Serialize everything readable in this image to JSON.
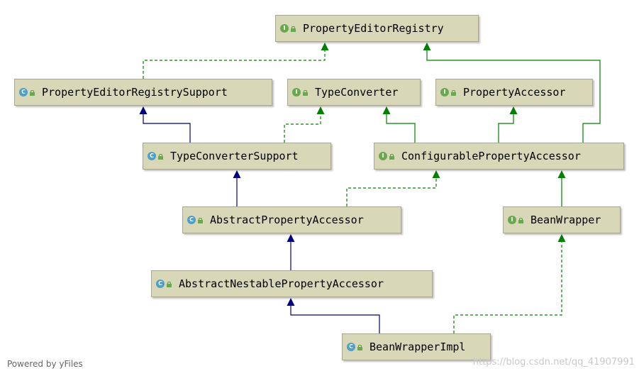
{
  "diagram": {
    "nodes": [
      {
        "id": "PropertyEditorRegistry",
        "label": "PropertyEditorRegistry",
        "kind": "interface",
        "badge": "I"
      },
      {
        "id": "PropertyEditorRegistrySupport",
        "label": "PropertyEditorRegistrySupport",
        "kind": "class",
        "badge": "C"
      },
      {
        "id": "TypeConverter",
        "label": "TypeConverter",
        "kind": "interface",
        "badge": "I"
      },
      {
        "id": "PropertyAccessor",
        "label": "PropertyAccessor",
        "kind": "interface",
        "badge": "I"
      },
      {
        "id": "TypeConverterSupport",
        "label": "TypeConverterSupport",
        "kind": "class",
        "badge": "C"
      },
      {
        "id": "ConfigurablePropertyAccessor",
        "label": "ConfigurablePropertyAccessor",
        "kind": "interface",
        "badge": "I"
      },
      {
        "id": "AbstractPropertyAccessor",
        "label": "AbstractPropertyAccessor",
        "kind": "class",
        "badge": "C"
      },
      {
        "id": "BeanWrapper",
        "label": "BeanWrapper",
        "kind": "interface",
        "badge": "I"
      },
      {
        "id": "AbstractNestablePropertyAccessor",
        "label": "AbstractNestablePropertyAccessor",
        "kind": "class",
        "badge": "C"
      },
      {
        "id": "BeanWrapperImpl",
        "label": "BeanWrapperImpl",
        "kind": "class",
        "badge": "C"
      }
    ],
    "edges": [
      {
        "from": "PropertyEditorRegistrySupport",
        "to": "PropertyEditorRegistry",
        "type": "implements"
      },
      {
        "from": "TypeConverterSupport",
        "to": "PropertyEditorRegistrySupport",
        "type": "extends"
      },
      {
        "from": "TypeConverterSupport",
        "to": "TypeConverter",
        "type": "implements"
      },
      {
        "from": "ConfigurablePropertyAccessor",
        "to": "TypeConverter",
        "type": "interface-extends"
      },
      {
        "from": "ConfigurablePropertyAccessor",
        "to": "PropertyAccessor",
        "type": "interface-extends"
      },
      {
        "from": "ConfigurablePropertyAccessor",
        "to": "PropertyEditorRegistry",
        "type": "interface-extends"
      },
      {
        "from": "AbstractPropertyAccessor",
        "to": "TypeConverterSupport",
        "type": "extends"
      },
      {
        "from": "AbstractPropertyAccessor",
        "to": "ConfigurablePropertyAccessor",
        "type": "implements"
      },
      {
        "from": "BeanWrapper",
        "to": "ConfigurablePropertyAccessor",
        "type": "interface-extends"
      },
      {
        "from": "AbstractNestablePropertyAccessor",
        "to": "AbstractPropertyAccessor",
        "type": "extends"
      },
      {
        "from": "BeanWrapperImpl",
        "to": "AbstractNestablePropertyAccessor",
        "type": "extends"
      },
      {
        "from": "BeanWrapperImpl",
        "to": "BeanWrapper",
        "type": "implements"
      }
    ],
    "colors": {
      "extends": "#000080",
      "implements": "#008000",
      "interface-extends": "#008000",
      "node_fill": "#d8d7b8",
      "interface_badge": "#6aa84f",
      "class_badge": "#4d9fc9"
    }
  },
  "footer": {
    "powered_by": "Powered by yFiles"
  },
  "watermark": "https://blog.csdn.net/qq_41907991"
}
